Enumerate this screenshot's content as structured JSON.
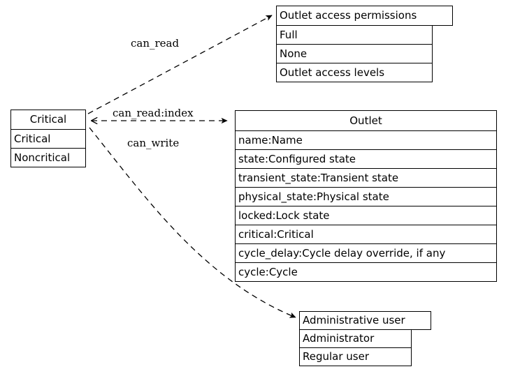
{
  "diagram": {
    "type": "uml-class-relationship-diagram",
    "background": "#ffffff",
    "line_color": "#000000",
    "nodes": [
      {
        "id": "critical",
        "title": "Critical",
        "title_align": "center",
        "rows": [
          "Critical",
          "Noncritical"
        ]
      },
      {
        "id": "outlet_access_permissions",
        "title": "Outlet access permissions",
        "title_align": "left",
        "rows": [
          "Full",
          "None",
          "Outlet access levels"
        ]
      },
      {
        "id": "outlet",
        "title": "Outlet",
        "title_align": "center",
        "rows": [
          "name:Name",
          "state:Configured state",
          "transient_state:Transient state",
          "physical_state:Physical state",
          "locked:Lock state",
          "critical:Critical",
          "cycle_delay:Cycle delay override, if any",
          "cycle:Cycle"
        ]
      },
      {
        "id": "administrative_user",
        "title": "Administrative user",
        "title_align": "left",
        "rows": [
          "Administrator",
          "Regular user"
        ]
      }
    ],
    "edges": [
      {
        "id": "can_read",
        "label": "can_read",
        "from": "critical",
        "to": "outlet_access_permissions",
        "style": "dashed",
        "arrowhead": "filled"
      },
      {
        "id": "can_read_index",
        "label": "can_read:index",
        "from": "critical",
        "to": "outlet",
        "style": "dashed",
        "arrowhead": "filled",
        "arrowtail": "open"
      },
      {
        "id": "can_write",
        "label": "can_write",
        "from": "critical",
        "to": "administrative_user",
        "style": "dashed",
        "arrowhead": "filled"
      }
    ]
  }
}
